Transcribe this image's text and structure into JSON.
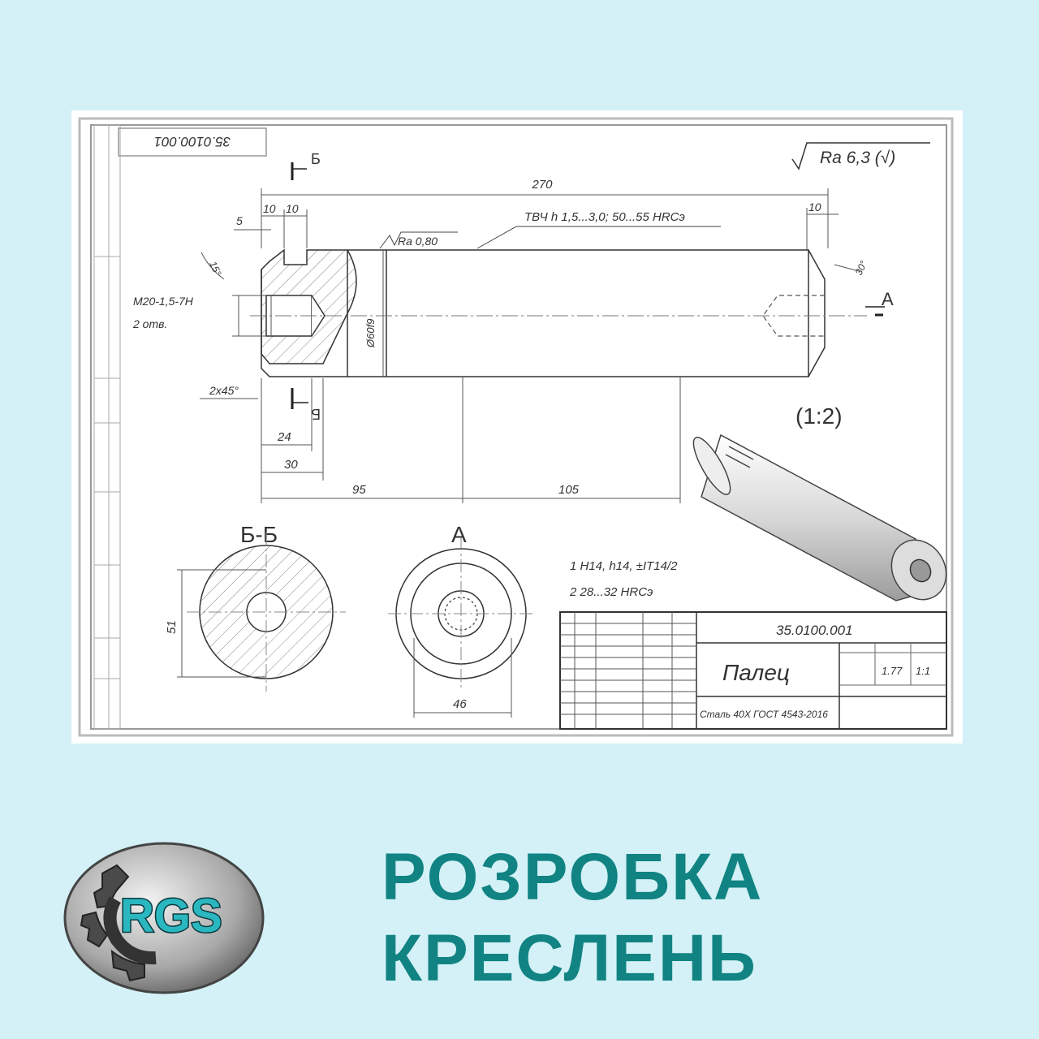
{
  "drawing": {
    "doc_code_rotated": "35.0100.001",
    "roughness_general": "Ra 6,3 (√)",
    "roughness_shaft": "Ra 0,80",
    "heat_treatment": "ТВЧ h 1,5...3,0; 50...55 HRCэ",
    "dimensions": {
      "total_length": "270",
      "d1": "10",
      "d2": "10",
      "d_right": "10",
      "d5": "5",
      "angle15": "15°",
      "angle30": "30°",
      "thread": "M20-1,5-7H",
      "holes": "2 отв.",
      "diameter": "Ø60f9",
      "chamfer": "2x45°",
      "d24": "24",
      "d30": "30",
      "d95": "95",
      "d105": "105",
      "d51": "51",
      "d46": "46"
    },
    "section_cut": "Б",
    "view_arrow": "А",
    "scale": "(1:2)",
    "section_bb_label": "Б-Б",
    "view_a_label": "А",
    "notes": [
      "1 H14, h14, ±IT14/2",
      "2 28...32 HRCэ"
    ],
    "title_block": {
      "code": "35.0100.001",
      "name": "Палец",
      "material": "Сталь 40Х ГОСТ 4543-2016",
      "mass": "1.77",
      "scale": "1:1"
    }
  },
  "logo": {
    "text": "RGS",
    "icon": "gear-icon"
  },
  "headline": {
    "line1": "РОЗРОБКА",
    "line2": "КРЕСЛЕНЬ"
  },
  "colors": {
    "background": "#d3f1f6",
    "headline": "#118383",
    "logo_text": "#2bb7c0"
  }
}
